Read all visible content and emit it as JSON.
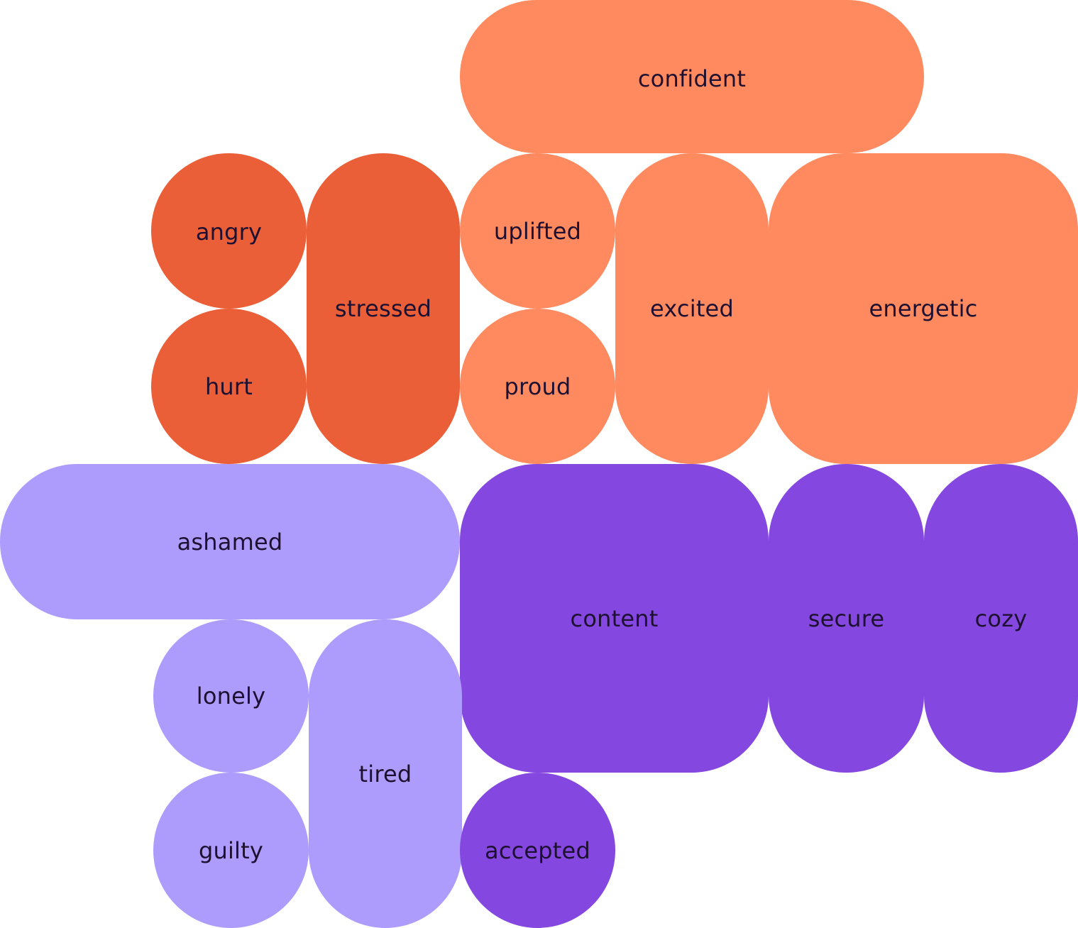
{
  "palette": {
    "red_orange": "#ea5e38",
    "coral": "#ff8a60",
    "lavender": "#ad9cfc",
    "purple": "#8448e0",
    "text": "#1d1030",
    "background": "#ffffff"
  },
  "emotions": {
    "confident": {
      "label": "confident",
      "group": "coral"
    },
    "angry": {
      "label": "angry",
      "group": "red_orange"
    },
    "hurt": {
      "label": "hurt",
      "group": "red_orange"
    },
    "stressed": {
      "label": "stressed",
      "group": "red_orange"
    },
    "uplifted": {
      "label": "uplifted",
      "group": "coral"
    },
    "proud": {
      "label": "proud",
      "group": "coral"
    },
    "excited": {
      "label": "excited",
      "group": "coral"
    },
    "energetic": {
      "label": "energetic",
      "group": "coral"
    },
    "ashamed": {
      "label": "ashamed",
      "group": "lavender"
    },
    "content": {
      "label": "content",
      "group": "purple"
    },
    "secure": {
      "label": "secure",
      "group": "purple"
    },
    "cozy": {
      "label": "cozy",
      "group": "purple"
    },
    "lonely": {
      "label": "lonely",
      "group": "lavender"
    },
    "guilty": {
      "label": "guilty",
      "group": "lavender"
    },
    "tired": {
      "label": "tired",
      "group": "lavender"
    },
    "accepted": {
      "label": "accepted",
      "group": "purple"
    }
  }
}
